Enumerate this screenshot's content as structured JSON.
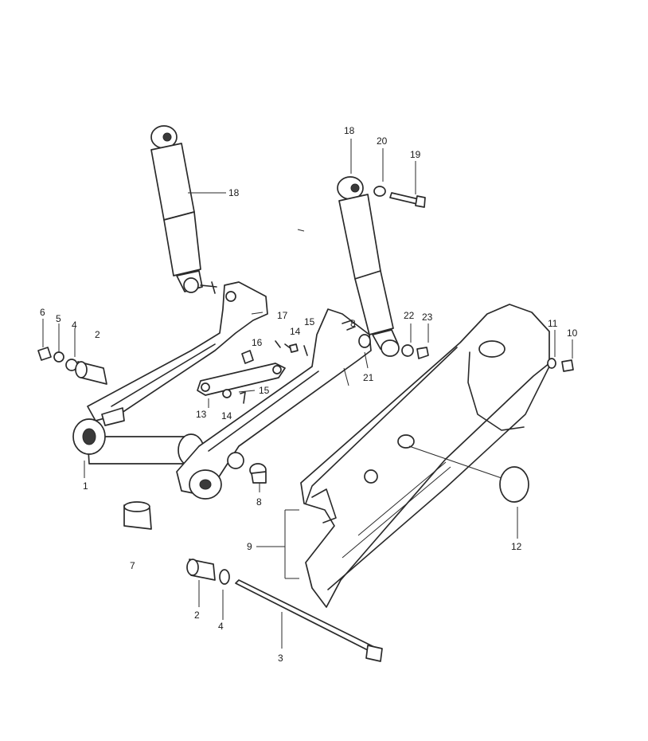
{
  "labels": {
    "l1": "1",
    "l2a": "2",
    "l2b": "2",
    "l3": "3",
    "l4a": "4",
    "l4b": "4",
    "l5": "5",
    "l6": "6",
    "l7": "7",
    "l8a": "8",
    "l8b": "8",
    "l9": "9",
    "l10": "10",
    "l11": "11",
    "l12": "12",
    "l13": "13",
    "l14a": "14",
    "l14b": "14",
    "l15a": "15",
    "l15b": "15",
    "l16": "16",
    "l17": "17",
    "l18a": "18",
    "l18b": "18",
    "l19": "19",
    "l20": "20",
    "l21": "21",
    "l22": "22",
    "l23": "23"
  },
  "colors": {
    "ink": "#2a2a2a",
    "paper": "#ffffff"
  }
}
